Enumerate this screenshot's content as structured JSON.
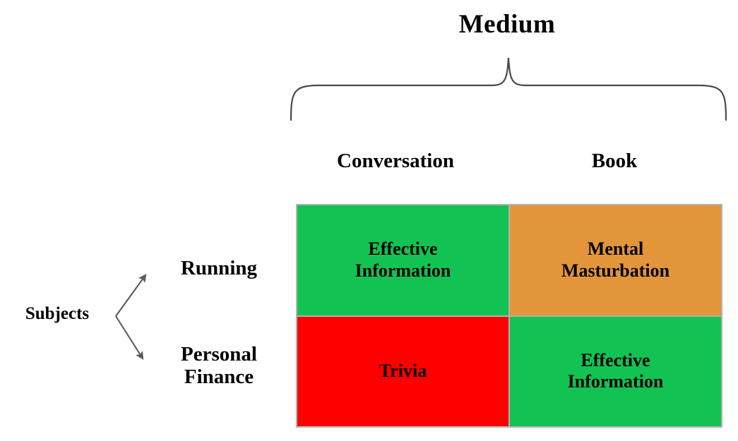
{
  "diagram": {
    "type": "2x2-matrix",
    "column_axis_title": "Medium",
    "row_axis_title": "Subjects",
    "columns": [
      {
        "label": "Conversation"
      },
      {
        "label": "Book"
      }
    ],
    "rows": [
      {
        "label": "Running"
      },
      {
        "label": "Personal\nFinance"
      }
    ],
    "cells": [
      {
        "row": "Running",
        "column": "Conversation",
        "text": "Effective\nInformation",
        "color": "#12C353",
        "color_name": "green"
      },
      {
        "row": "Running",
        "column": "Book",
        "text": "Mental\nMasturbation",
        "color": "#E3953A",
        "color_name": "orange"
      },
      {
        "row": "Personal Finance",
        "column": "Conversation",
        "text": "Trivia",
        "color": "#FF0000",
        "color_name": "red"
      },
      {
        "row": "Personal Finance",
        "column": "Book",
        "text": "Effective\nInformation",
        "color": "#12C353",
        "color_name": "green"
      }
    ],
    "decorations": {
      "brace_color": "#4a4a4a",
      "arrow_color": "#5a5a5a",
      "grid_line_color": "#b2b2b2",
      "background": "#ffffff",
      "text_color": "#000000"
    }
  }
}
